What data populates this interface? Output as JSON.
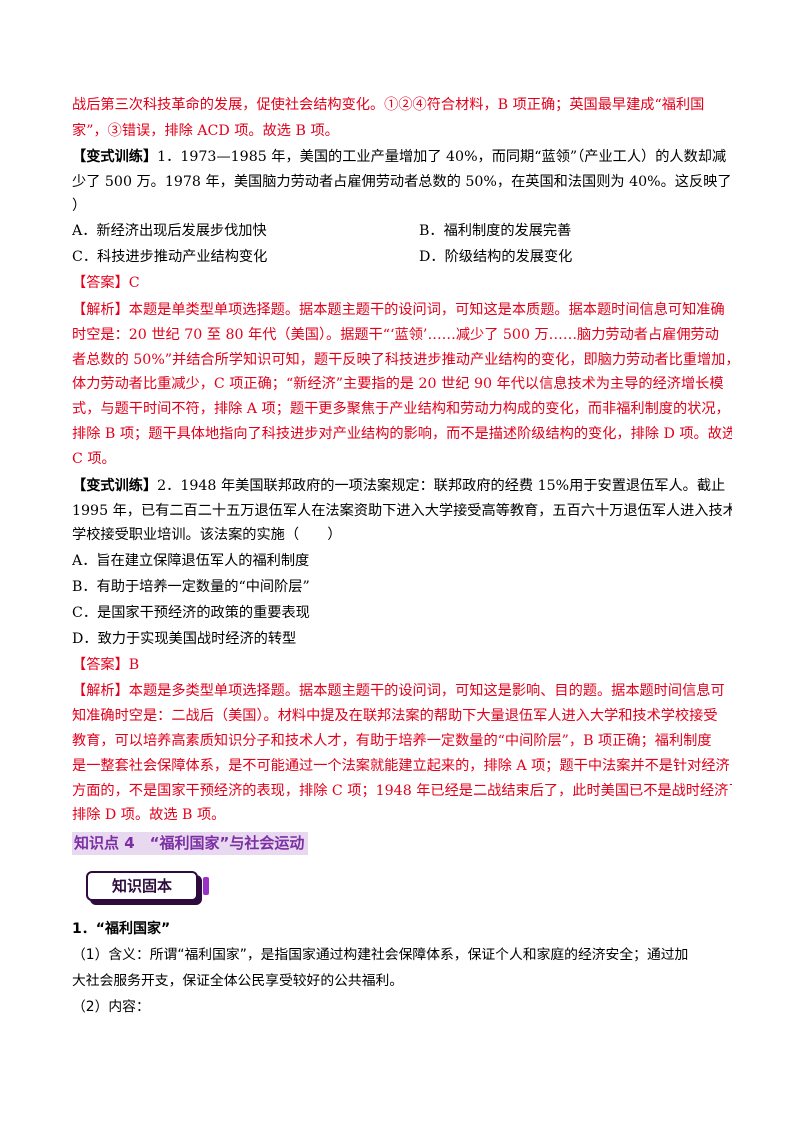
{
  "intro": {
    "line1": "战后第三次科技革命的发展，促使社会结构变化。①②④符合材料，B 项正确；英国最早建成“福利国",
    "line2": "家”，③错误，排除 ACD 项。故选 B 项。"
  },
  "q1": {
    "tag": "【变式训练】",
    "stem1": "1．1973—1985 年，美国的工业产量增加了 40%，而同期“蓝领”（产业工人）的人数却减",
    "stem2": "少了 500 万。1978 年，美国脑力劳动者占雇佣劳动者总数的 50%，在英国和法国则为 40%。这反映了（",
    "stem3": "）",
    "options": [
      "A．新经济出现后发展步伐加快",
      "B．福利制度的发展完善",
      "C．科技进步推动产业结构变化",
      "D．阶级结构的发展变化"
    ],
    "answer": "【答案】C",
    "analysis": [
      "【解析】本题是单类型单项选择题。据本题主题干的设问词，可知这是本质题。据本题时间信息可知准确",
      "时空是：20 世纪 70 至 80 年代（美国）。据题干“‘蓝领’……减少了 500 万……脑力劳动者占雇佣劳动",
      "者总数的 50%”并结合所学知识可知，题干反映了科技进步推动产业结构的变化，即脑力劳动者比重增加，",
      "体力劳动者比重减少，C 项正确；“新经济”主要指的是 20 世纪 90 年代以信息技术为主导的经济增长模",
      "式，与题干时间不符，排除 A 项；题干更多聚焦于产业结构和劳动力构成的变化，而非福利制度的状况，",
      "排除 B 项；题干具体地指向了科技进步对产业结构的影响，而不是描述阶级结构的变化，排除 D 项。故选",
      "C 项。"
    ]
  },
  "q2": {
    "tag": "【变式训练】",
    "stem1": "2．1948 年美国联邦政府的一项法案规定：联邦政府的经费 15%用于安置退伍军人。截止",
    "stem2": "1995 年，已有二百二十五万退伍军人在法案资助下进入大学接受高等教育，五百六十万退伍军人进入技术",
    "stem3": "学校接受职业培训。该法案的实施（　　）",
    "options": [
      "A．旨在建立保障退伍军人的福利制度",
      "B．有助于培养一定数量的“中间阶层”",
      "C．是国家干预经济的政策的重要表现",
      "D．致力于实现美国战时经济的转型"
    ],
    "answer": "【答案】B",
    "analysis": [
      "【解析】本题是多类型单项选择题。据本题主题干的设问词，可知这是影响、目的题。据本题时间信息可",
      "知准确时空是：二战后（美国）。材料中提及在联邦法案的帮助下大量退伍军人进入大学和技术学校接受",
      "教育，可以培养高素质知识分子和技术人才，有助于培养一定数量的“中间阶层”，B 项正确；福利制度",
      "是一整套社会保障体系，是不可能通过一个法案就能建立起来的，排除 A 项；题干中法案并不是针对经济",
      "方面的，不是国家干预经济的表现，排除 C 项；1948 年已经是二战结束后了，此时美国已不是战时经济了，",
      "排除 D 项。故选 B 项。"
    ]
  },
  "knowledge_point": "知识点 4　“福利国家”与社会运动",
  "badge": "知识固本",
  "section": {
    "heading": "1．“福利国家”",
    "p1": "（1）含义：所谓“福利国家”，是指国家通过构建社会保障体系，保证个人和家庭的经济安全；通过加",
    "p2": "大社会服务开支，保证全体公民享受较好的公共福利。",
    "p3": "（2）内容："
  },
  "colors": {
    "answer_red": "#e3001b",
    "kp_purple": "#7a2fa3",
    "kp_bg": "#e8d8f0",
    "badge_dark": "#2d0b3d"
  }
}
